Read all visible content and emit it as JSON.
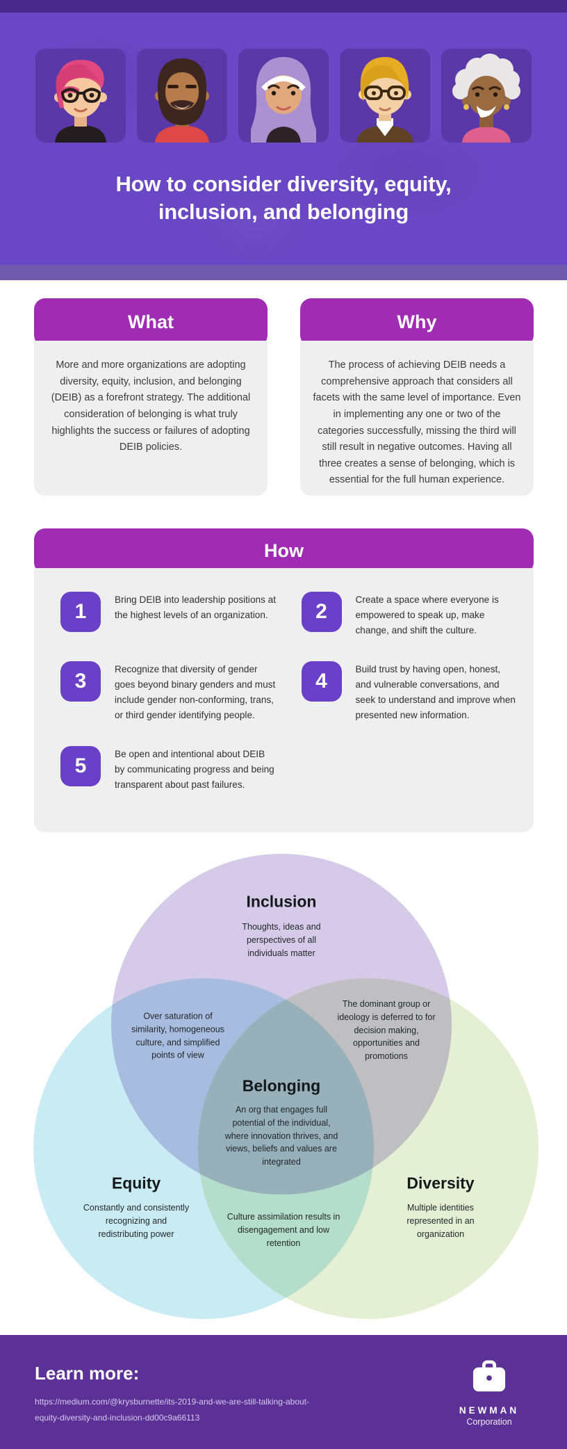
{
  "header": {
    "title": "How to consider diversity, equity, inclusion, and belonging",
    "avatars": [
      "person-pink-hair",
      "man-with-beard",
      "woman-in-hijab",
      "person-blonde-glasses",
      "elderly-woman"
    ]
  },
  "cards": {
    "what": {
      "title": "What",
      "body": "More and more organizations are adopting diversity, equity, inclusion, and belonging (DEIB) as a forefront strategy. The additional consideration of belonging is what truly highlights the success or failures of adopting DEIB policies."
    },
    "why": {
      "title": "Why",
      "body": "The process of achieving DEIB needs a comprehensive approach that considers all facets with the same level of importance. Even in implementing any one or two of the categories successfully, missing the third will still result in negative outcomes. Having all three creates a sense of belonging, which is essential for the full human experience."
    },
    "how": {
      "title": "How",
      "steps": [
        {
          "number": "1",
          "text": "Bring DEIB into leadership positions at the highest levels of an organization."
        },
        {
          "number": "2",
          "text": "Create a space where everyone is empowered to speak up, make change, and shift the culture."
        },
        {
          "number": "3",
          "text": "Recognize that diversity of gender goes beyond binary genders and must include gender non-conforming, trans, or third gender identifying people."
        },
        {
          "number": "4",
          "text": "Build trust by having open, honest, and vulnerable conversations, and seek to understand and improve when presented new information."
        },
        {
          "number": "5",
          "text": "Be open and intentional about DEIB by communicating progress and being transparent about past failures."
        }
      ]
    }
  },
  "venn": {
    "inclusion": {
      "label": "Inclusion",
      "description": "Thoughts, ideas and perspectives of all individuals matter",
      "color": "#d5cbe9"
    },
    "equity": {
      "label": "Equity",
      "description": "Constantly and consistently recognizing and redistributing power",
      "color": "#c9ecf4"
    },
    "diversity": {
      "label": "Diversity",
      "description": "Multiple identities represented in an organization",
      "color": "#e5efd4"
    },
    "belonging": {
      "label": "Belonging",
      "description": "An org that engages full potential of the individual, where innovation thrives, and views, beliefs and values are integrated"
    },
    "inclusion_equity_overlap": "Over saturation of similarity, homogeneous culture, and simplified points of view",
    "inclusion_diversity_overlap": "The dominant group or ideology is deferred to for decision making, opportunities and promotions",
    "equity_diversity_overlap": "Culture assimilation results in disengagement and low retention"
  },
  "footer": {
    "heading": "Learn more:",
    "link": "https://medium.com/@krysburnette/its-2019-and-we-are-still-talking-about-equity-diversity-and-inclusion-dd00c9a66113",
    "logo_icon": "briefcase-icon",
    "brand_name": "NEWMAN",
    "brand_subtitle": "Corporation"
  },
  "theme": {
    "header_purple": "#6a47c4",
    "top_band_purple": "#4a2b8c",
    "muted_band_purple": "#6f59ab",
    "avatar_card_purple": "#5a38a8",
    "section_header_magenta": "#a12cb4",
    "card_body_gray": "#efefef",
    "step_tile_purple": "#6a40c8",
    "footer_purple": "#5c3196",
    "body_text": "#3c3c3c"
  }
}
